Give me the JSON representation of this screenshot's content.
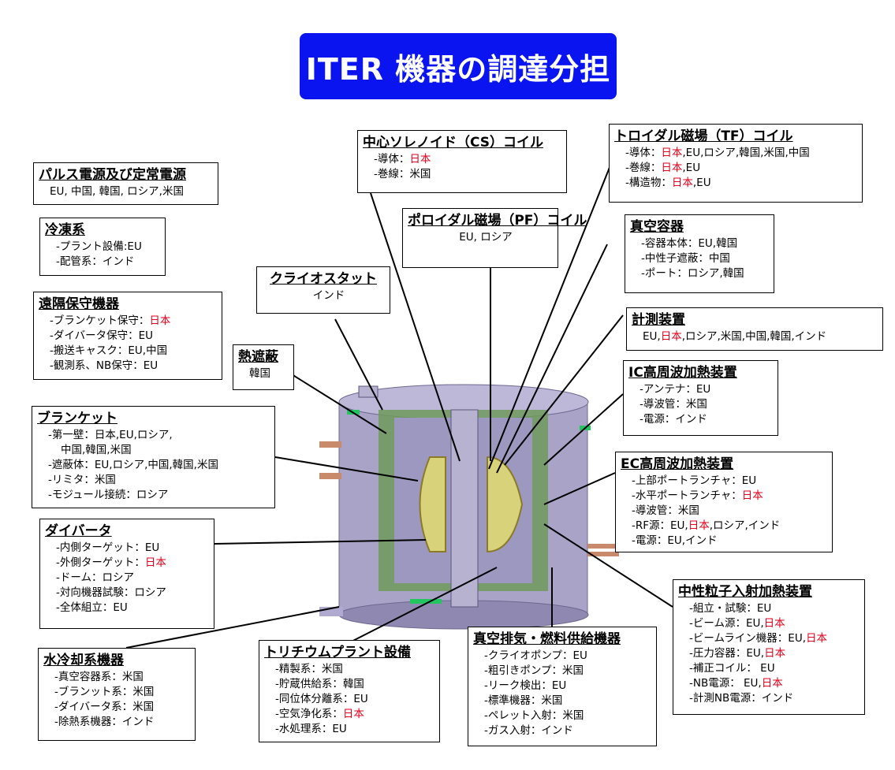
{
  "title": "ITER 機器の調達分担",
  "boxes": {
    "pulse": {
      "heading": "パルス電源及び定常電源",
      "items": [
        {
          "segments": [
            {
              "text": "EU, 中国, 韓国, ロシア,米国"
            }
          ]
        }
      ]
    },
    "cryo": {
      "heading": "冷凍系",
      "items": [
        {
          "segments": [
            {
              "text": "-プラント設備:EU"
            }
          ]
        },
        {
          "segments": [
            {
              "text": "-配管系：インド"
            }
          ]
        }
      ]
    },
    "remote": {
      "heading": "遠隔保守機器",
      "items": [
        {
          "segments": [
            {
              "text": "-ブランケット保守："
            },
            {
              "text": "日本",
              "red": true
            }
          ]
        },
        {
          "segments": [
            {
              "text": "-ダイバータ保守：EU"
            }
          ]
        },
        {
          "segments": [
            {
              "text": "-搬送キャスク：EU,中国"
            }
          ]
        },
        {
          "segments": [
            {
              "text": "-観測系、NB保守：EU"
            }
          ]
        }
      ]
    },
    "cryostat": {
      "heading": "クライオスタット",
      "items": [
        {
          "segments": [
            {
              "text": "インド"
            }
          ]
        }
      ]
    },
    "shield": {
      "heading": "熱遮蔽",
      "items": [
        {
          "segments": [
            {
              "text": "韓国"
            }
          ]
        }
      ]
    },
    "blanket": {
      "heading": "ブランケット",
      "items": [
        {
          "segments": [
            {
              "text": "-第一壁：日本,EU,ロシア,"
            }
          ]
        },
        {
          "segments": [
            {
              "text": "中国,韓国,米国"
            }
          ],
          "indent2": true
        },
        {
          "segments": [
            {
              "text": "-遮蔽体：EU,ロシア,中国,韓国,米国"
            }
          ]
        },
        {
          "segments": [
            {
              "text": "-リミタ：米国"
            }
          ]
        },
        {
          "segments": [
            {
              "text": "-モジュール接続：ロシア"
            }
          ]
        }
      ]
    },
    "divertor": {
      "heading": "ダイバータ",
      "items": [
        {
          "segments": [
            {
              "text": "-内側ターゲット：EU"
            }
          ]
        },
        {
          "segments": [
            {
              "text": "-外側ターゲット："
            },
            {
              "text": "日本",
              "red": true
            }
          ]
        },
        {
          "segments": [
            {
              "text": "-ドーム：ロシア"
            }
          ]
        },
        {
          "segments": [
            {
              "text": "-対向機器試験：ロシア"
            }
          ]
        },
        {
          "segments": [
            {
              "text": "-全体組立：EU"
            }
          ]
        }
      ]
    },
    "water": {
      "heading": "水冷却系機器",
      "items": [
        {
          "segments": [
            {
              "text": "-真空容器系：米国"
            }
          ]
        },
        {
          "segments": [
            {
              "text": "-ブランット系：米国"
            }
          ]
        },
        {
          "segments": [
            {
              "text": "-ダイバータ系：米国"
            }
          ]
        },
        {
          "segments": [
            {
              "text": "-除熱系機器：インド"
            }
          ]
        }
      ]
    },
    "tritium": {
      "heading": "トリチウムプラント設備",
      "items": [
        {
          "segments": [
            {
              "text": "-精製系：米国"
            }
          ]
        },
        {
          "segments": [
            {
              "text": "-貯蔵供給系：韓国"
            }
          ]
        },
        {
          "segments": [
            {
              "text": "-同位体分離系：EU"
            }
          ]
        },
        {
          "segments": [
            {
              "text": "-空気浄化系："
            },
            {
              "text": "日本",
              "red": true
            }
          ]
        },
        {
          "segments": [
            {
              "text": "-水処理系：EU"
            }
          ]
        }
      ]
    },
    "vacuum_pump": {
      "heading": "真空排気・燃料供給機器",
      "items": [
        {
          "segments": [
            {
              "text": "-クライオポンプ：EU"
            }
          ]
        },
        {
          "segments": [
            {
              "text": "-粗引きポンプ：米国"
            }
          ]
        },
        {
          "segments": [
            {
              "text": "-リーク検出：EU"
            }
          ]
        },
        {
          "segments": [
            {
              "text": "-標準機器：米国"
            }
          ]
        },
        {
          "segments": [
            {
              "text": "-ペレット入射：米国"
            }
          ]
        },
        {
          "segments": [
            {
              "text": "-ガス入射：インド"
            }
          ]
        }
      ]
    },
    "cs": {
      "heading": "中心ソレノイド（CS）コイル",
      "items": [
        {
          "segments": [
            {
              "text": "-導体："
            },
            {
              "text": "日本",
              "red": true
            }
          ]
        },
        {
          "segments": [
            {
              "text": "-巻線：米国"
            }
          ]
        }
      ]
    },
    "pf": {
      "heading": "ポロイダル磁場（PF）コイル",
      "items": [
        {
          "segments": [
            {
              "text": "EU, ロシア"
            }
          ]
        }
      ]
    },
    "tf": {
      "heading": "トロイダル磁場（TF）コイル",
      "items": [
        {
          "segments": [
            {
              "text": "-導体："
            },
            {
              "text": "日本",
              "red": true
            },
            {
              "text": ",EU,ロシア,韓国,米国,中国"
            }
          ]
        },
        {
          "segments": [
            {
              "text": "-巻線："
            },
            {
              "text": "日本",
              "red": true
            },
            {
              "text": ",EU"
            }
          ]
        },
        {
          "segments": [
            {
              "text": "-構造物："
            },
            {
              "text": "日本",
              "red": true
            },
            {
              "text": ",EU"
            }
          ]
        }
      ]
    },
    "vessel": {
      "heading": "真空容器",
      "items": [
        {
          "segments": [
            {
              "text": "-容器本体：EU,韓国"
            }
          ]
        },
        {
          "segments": [
            {
              "text": "-中性子遮蔽：中国"
            }
          ]
        },
        {
          "segments": [
            {
              "text": "-ポート：ロシア,韓国"
            }
          ]
        }
      ]
    },
    "diag": {
      "heading": "計測装置",
      "items": [
        {
          "segments": [
            {
              "text": "EU,"
            },
            {
              "text": "日本",
              "red": true
            },
            {
              "text": ",ロシア,米国,中国,韓国,インド"
            }
          ]
        }
      ]
    },
    "ic": {
      "heading": "IC高周波加熱装置",
      "items": [
        {
          "segments": [
            {
              "text": "-アンテナ：EU"
            }
          ]
        },
        {
          "segments": [
            {
              "text": "-導波管：米国"
            }
          ]
        },
        {
          "segments": [
            {
              "text": "-電源：インド"
            }
          ]
        }
      ]
    },
    "ec": {
      "heading": "EC高周波加熱装置",
      "items": [
        {
          "segments": [
            {
              "text": "-上部ポートランチャ：EU"
            }
          ]
        },
        {
          "segments": [
            {
              "text": "-水平ポートランチャ："
            },
            {
              "text": "日本",
              "red": true
            }
          ]
        },
        {
          "segments": [
            {
              "text": "-導波管：米国"
            }
          ]
        },
        {
          "segments": [
            {
              "text": "-RF源：EU,"
            },
            {
              "text": "日本",
              "red": true
            },
            {
              "text": ",ロシア,インド"
            }
          ]
        },
        {
          "segments": [
            {
              "text": "-電源：EU,インド"
            }
          ]
        }
      ]
    },
    "nb": {
      "heading": "中性粒子入射加熱装置",
      "items": [
        {
          "segments": [
            {
              "text": "-組立・試験：EU"
            }
          ]
        },
        {
          "segments": [
            {
              "text": "-ビーム源：EU,"
            },
            {
              "text": "日本",
              "red": true
            }
          ]
        },
        {
          "segments": [
            {
              "text": "-ビームライン機器：EU,"
            },
            {
              "text": "日本",
              "red": true
            }
          ]
        },
        {
          "segments": [
            {
              "text": "-圧力容器：EU,"
            },
            {
              "text": "日本",
              "red": true
            }
          ]
        },
        {
          "segments": [
            {
              "text": "-補正コイル： EU"
            }
          ]
        },
        {
          "segments": [
            {
              "text": "-NB電源： EU,"
            },
            {
              "text": "日本",
              "red": true
            }
          ]
        },
        {
          "segments": [
            {
              "text": "-計測NB電源：インド"
            }
          ]
        }
      ]
    }
  },
  "colors": {
    "title_bg": "#0a14f0",
    "highlight": "#e0001b",
    "tokamak_body": "#a9a3c8",
    "tokamak_green": "#6f9a5a",
    "plasma_yellow": "#d8d27a",
    "pipe_green": "#22c55e",
    "pipe_orange": "#c88a6a"
  }
}
